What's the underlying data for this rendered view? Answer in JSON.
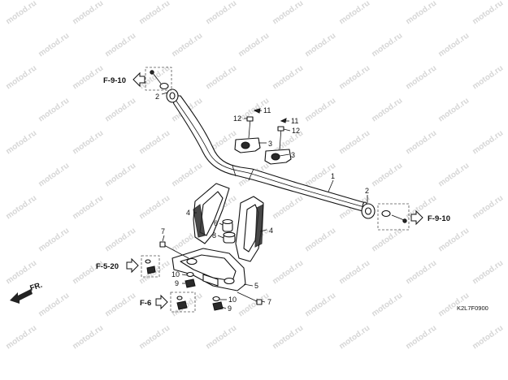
{
  "diagram": {
    "watermark_text": "motod.ru",
    "diagram_code": "K2L7F0900",
    "front_label": "FR.",
    "callouts": {
      "c1": "1",
      "c2_left": "2",
      "c2_right": "2",
      "c3_top": "3",
      "c3_bottom": "3",
      "c4_left": "4",
      "c4_right": "4",
      "c5": "5",
      "c6": "6",
      "c7_top": "7",
      "c7_bottom": "7",
      "c8": "8",
      "c9_top": "9",
      "c9_bottom": "9",
      "c10_top": "10",
      "c10_bottom": "10",
      "c11_left": "11",
      "c11_right": "11",
      "c12_left": "12",
      "c12_right": "12"
    },
    "references": {
      "ref_f910_left": "F-9-10",
      "ref_f910_right": "F-9-10",
      "ref_f520": "F-5-20",
      "ref_f6": "F-6"
    }
  }
}
